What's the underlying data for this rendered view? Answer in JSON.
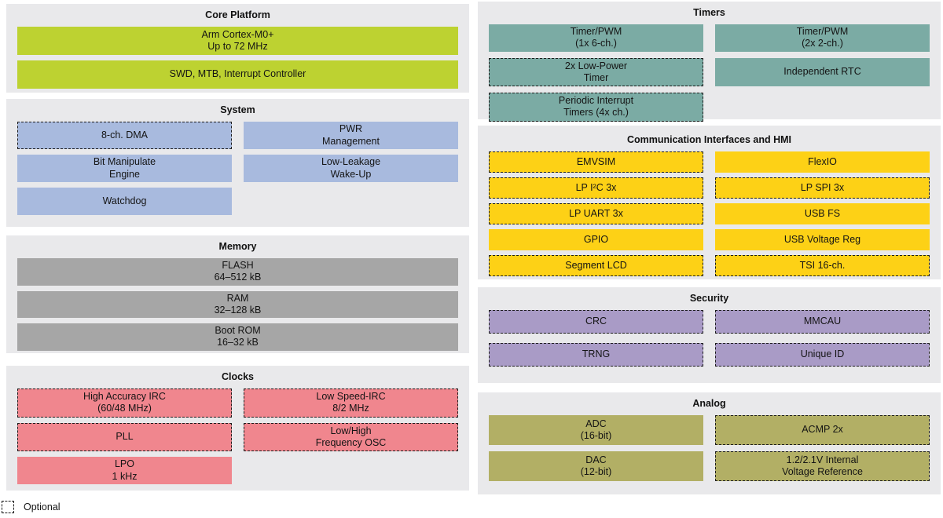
{
  "legend": {
    "label": "Optional"
  },
  "sections": [
    {
      "id": "core-platform",
      "title": "Core Platform",
      "color": "#bdd231",
      "blocks": [
        {
          "label": "Arm Cortex-M0+\nUp to 72 MHz",
          "col": "full",
          "optional": false
        },
        {
          "label": "SWD, MTB, Interrupt Controller",
          "col": "full",
          "optional": false
        }
      ]
    },
    {
      "id": "system",
      "title": "System",
      "color": "#a8bade",
      "blocks": [
        {
          "label": "8-ch. DMA",
          "optional": true
        },
        {
          "label": "PWR\nManagement",
          "optional": false
        },
        {
          "label": "Bit Manipulate\nEngine",
          "optional": false
        },
        {
          "label": "Low-Leakage\nWake-Up",
          "optional": false
        },
        {
          "label": "Watchdog",
          "optional": false
        }
      ]
    },
    {
      "id": "memory",
      "title": "Memory",
      "color": "#a6a6a6",
      "blocks": [
        {
          "label": "FLASH\n64–512 kB",
          "col": "full",
          "optional": false
        },
        {
          "label": "RAM\n32–128 kB",
          "col": "full",
          "optional": false
        },
        {
          "label": "Boot ROM\n16–32 kB",
          "col": "full",
          "optional": false
        }
      ]
    },
    {
      "id": "clocks",
      "title": "Clocks",
      "color": "#f0868e",
      "blocks": [
        {
          "label": "High Accuracy IRC\n(60/48 MHz)",
          "optional": true
        },
        {
          "label": "Low Speed-IRC\n8/2 MHz",
          "optional": true
        },
        {
          "label": "PLL",
          "optional": true
        },
        {
          "label": "Low/High\nFrequency OSC",
          "optional": true
        },
        {
          "label": "LPO\n1 kHz",
          "optional": false
        }
      ]
    },
    {
      "id": "timers",
      "title": "Timers",
      "color": "#7baba4",
      "blocks": [
        {
          "label": "Timer/PWM\n(1x 6-ch.)",
          "optional": false
        },
        {
          "label": "Timer/PWM\n(2x 2-ch.)",
          "optional": false
        },
        {
          "label": "2x Low-Power\nTimer",
          "optional": true
        },
        {
          "label": "Independent RTC",
          "optional": false
        },
        {
          "label": "Periodic Interrupt\nTimers (4x ch.)",
          "optional": true
        }
      ]
    },
    {
      "id": "comm",
      "title": "Communication Interfaces and HMI",
      "color": "#fdd116",
      "blocks": [
        {
          "label": "EMVSIM",
          "optional": true
        },
        {
          "label": "FlexIO",
          "optional": false
        },
        {
          "label": "LP I²C 3x",
          "optional": true
        },
        {
          "label": "LP SPI 3x",
          "optional": true
        },
        {
          "label": "LP UART 3x",
          "optional": true
        },
        {
          "label": "USB FS",
          "optional": false
        },
        {
          "label": "GPIO",
          "optional": false
        },
        {
          "label": "USB Voltage Reg",
          "optional": false
        },
        {
          "label": "Segment LCD",
          "optional": true
        },
        {
          "label": "TSI 16-ch.",
          "optional": true
        }
      ]
    },
    {
      "id": "security",
      "title": "Security",
      "color": "#a99bc6",
      "blocks": [
        {
          "label": "CRC",
          "optional": true
        },
        {
          "label": "MMCAU",
          "optional": true
        },
        {
          "label": "TRNG",
          "optional": true
        },
        {
          "label": "Unique ID",
          "optional": true
        }
      ]
    },
    {
      "id": "analog",
      "title": "Analog",
      "color": "#b2af65",
      "blocks": [
        {
          "label": "ADC\n(16-bit)",
          "optional": false
        },
        {
          "label": "ACMP 2x",
          "optional": true
        },
        {
          "label": "DAC\n(12-bit)",
          "optional": false
        },
        {
          "label": "1.2/2.1V Internal\nVoltage Reference",
          "optional": true
        }
      ]
    }
  ]
}
